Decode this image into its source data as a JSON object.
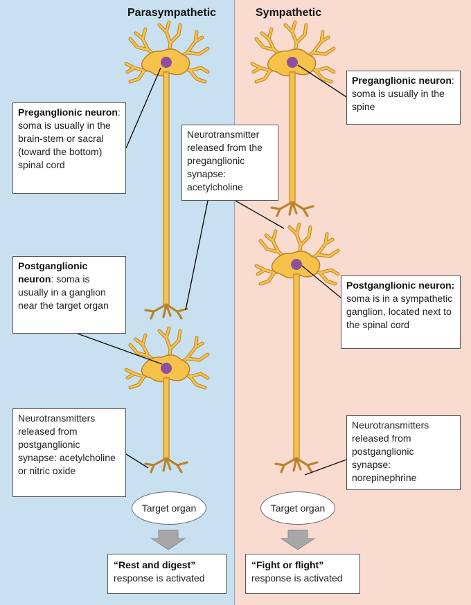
{
  "headings": {
    "left": "Parasympathetic",
    "right": "Sympathetic"
  },
  "para": {
    "pre": {
      "bold": "Preganglionic neuron",
      "text": ": soma is usually in the brain-stem or sacral (toward the bottom) spinal cord"
    },
    "nt_pre": "Neurotransmitter released from the preganglionic synapse: acetylcholine",
    "post": {
      "bold": "Postganglionic neuron",
      "text": ": soma is usually in a ganglion near the target organ"
    },
    "nt_post": "Neurotransmitters released from postganglionic synapse: acetylcholine or nitric oxide",
    "target": "Target organ",
    "response": {
      "bold": "“Rest and digest”",
      "text": "response is activated"
    }
  },
  "symp": {
    "pre": {
      "bold": "Preganglionic neuron",
      "text": ": soma is usually in the spine"
    },
    "post": {
      "bold": "Postganglionic neuron:",
      "text": " soma is in a sympathetic ganglion, located next to the spinal cord"
    },
    "nt_post": "Neurotransmitters released from postganglionic synapse: norepinephrine",
    "target": "Target organ",
    "response": {
      "bold": "“Fight or flight”",
      "text": "response is activated"
    }
  },
  "colors": {
    "para_bg": "#c8e0ef",
    "symp_bg": "#f9dbd0",
    "neuron_fill": "#f7c24a",
    "neuron_stroke": "#b9832a",
    "nucleus": "#8e4fa0",
    "arrow": "#a7a7a7"
  }
}
